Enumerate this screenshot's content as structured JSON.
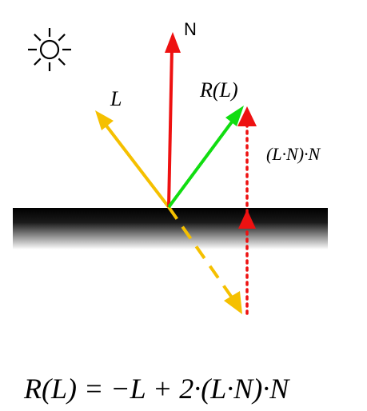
{
  "labels": {
    "normal": "N",
    "light": "L",
    "reflection": "R(L)",
    "projection": "(L·N)·N"
  },
  "formula": "R(L) = −L + 2·(L·N)·N",
  "icons": {
    "light_source": "sun-icon"
  },
  "colors": {
    "normal": "#ee1111",
    "light": "#f5c000",
    "reflection": "#11dd11",
    "projection": "#ee1111",
    "surface_top": "#000000",
    "surface_bottom": "#ffffff"
  }
}
